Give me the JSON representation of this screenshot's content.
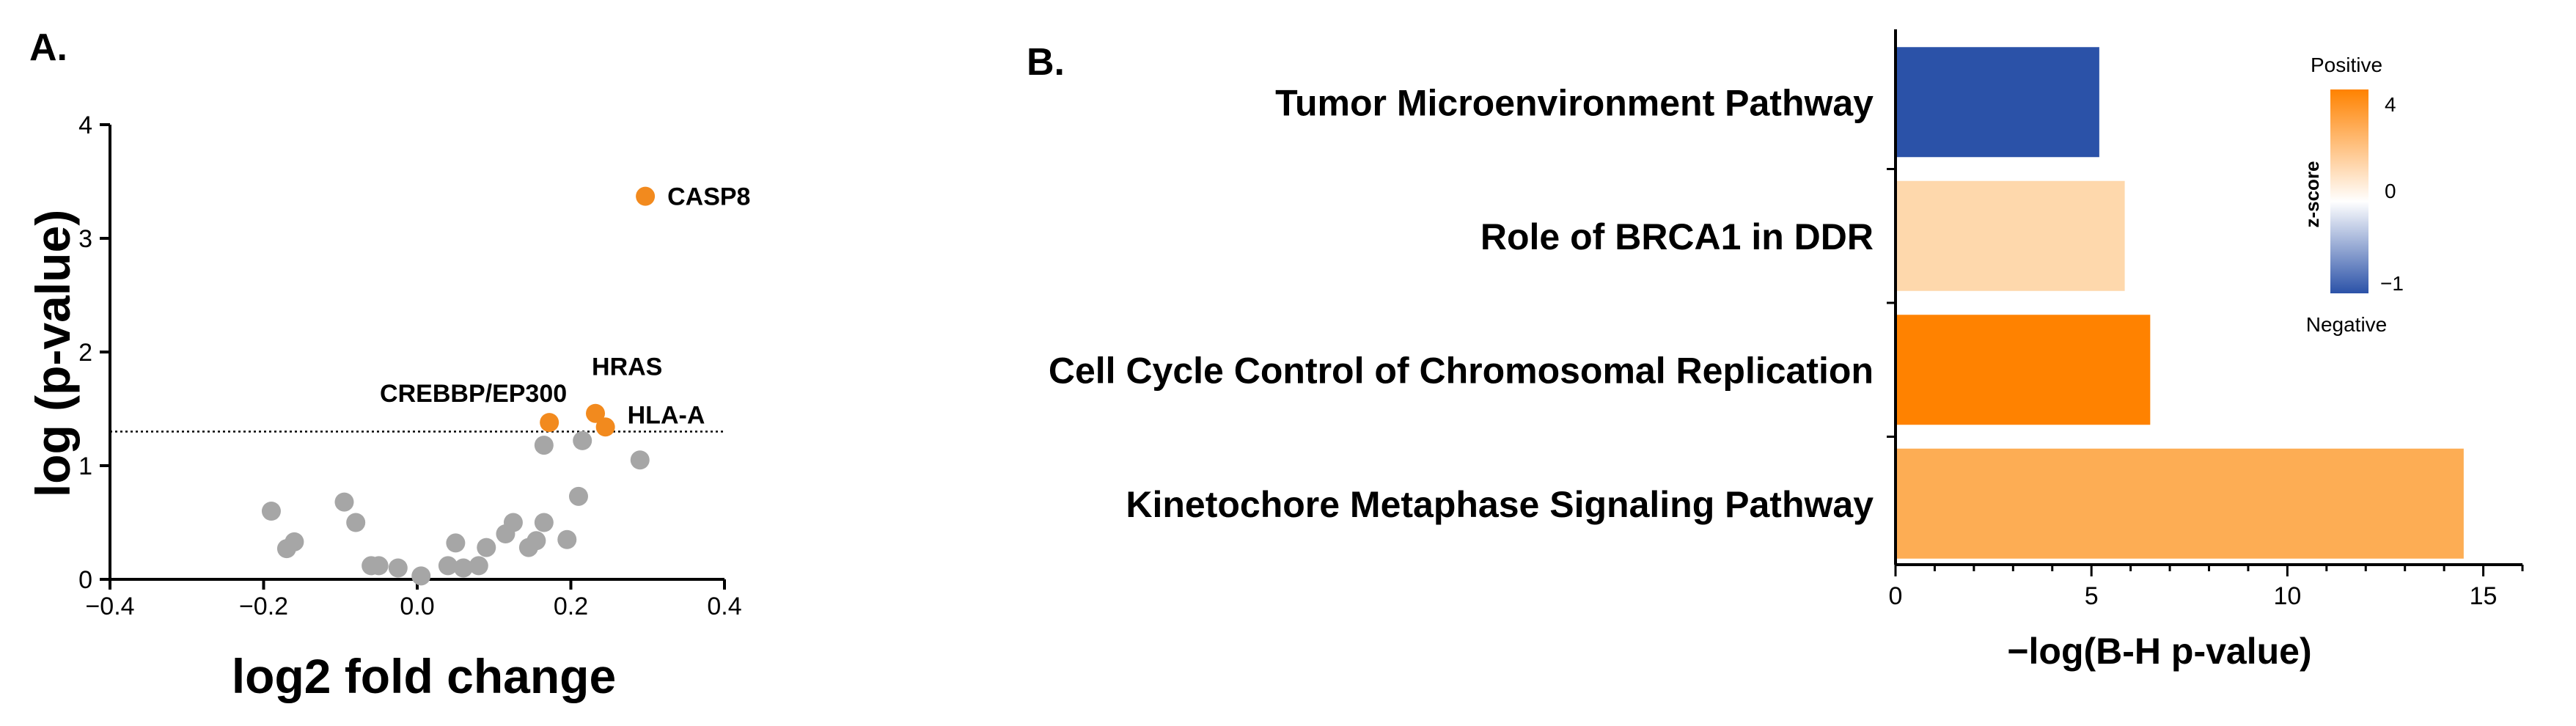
{
  "panel_a_label": "A.",
  "panel_b_label": "B.",
  "chart_data": [
    {
      "type": "scatter",
      "xlabel": "log2 fold change",
      "ylabel": "log (p-value)",
      "xlim": [
        -0.4,
        0.4
      ],
      "ylim": [
        0,
        4
      ],
      "xticks": [
        "-0.4",
        "-0.2",
        "0.0",
        "0.2",
        "0.4"
      ],
      "yticks": [
        "0",
        "1",
        "2",
        "3",
        "4"
      ],
      "threshold_y": 1.3,
      "colors": {
        "significant": "#F28A1E",
        "other": "#A6A6A6"
      },
      "points_other": [
        {
          "x": -0.19,
          "y": 0.6
        },
        {
          "x": -0.17,
          "y": 0.27
        },
        {
          "x": -0.16,
          "y": 0.33
        },
        {
          "x": -0.095,
          "y": 0.68
        },
        {
          "x": -0.08,
          "y": 0.5
        },
        {
          "x": -0.06,
          "y": 0.12
        },
        {
          "x": -0.05,
          "y": 0.12
        },
        {
          "x": -0.025,
          "y": 0.1
        },
        {
          "x": 0.005,
          "y": 0.03
        },
        {
          "x": 0.04,
          "y": 0.12
        },
        {
          "x": 0.05,
          "y": 0.32
        },
        {
          "x": 0.06,
          "y": 0.1
        },
        {
          "x": 0.08,
          "y": 0.12
        },
        {
          "x": 0.09,
          "y": 0.28
        },
        {
          "x": 0.115,
          "y": 0.4
        },
        {
          "x": 0.125,
          "y": 0.5
        },
        {
          "x": 0.145,
          "y": 0.28
        },
        {
          "x": 0.155,
          "y": 0.34
        },
        {
          "x": 0.165,
          "y": 0.5
        },
        {
          "x": 0.165,
          "y": 1.18
        },
        {
          "x": 0.195,
          "y": 0.35
        },
        {
          "x": 0.21,
          "y": 0.73
        },
        {
          "x": 0.215,
          "y": 1.22
        },
        {
          "x": 0.29,
          "y": 1.05
        }
      ],
      "points_labeled": [
        {
          "x": 0.297,
          "y": 3.37,
          "label": "CASP8"
        },
        {
          "x": 0.172,
          "y": 1.38,
          "label": "CREBBP/EP300"
        },
        {
          "x": 0.232,
          "y": 1.46,
          "label": "HRAS"
        },
        {
          "x": 0.245,
          "y": 1.34,
          "label": "HLA-A"
        }
      ]
    },
    {
      "type": "bar",
      "orientation": "horizontal",
      "xlabel": "−log(B-H p-value)",
      "xlim": [
        0,
        16
      ],
      "xticks": [
        "0",
        "5",
        "10",
        "15"
      ],
      "categories": [
        "Tumor Microenvironment Pathway",
        "Role of BRCA1 in DDR",
        "Cell Cycle Control of Chromosomal Replication",
        "Kinetochore Metaphase Signaling Pathway"
      ],
      "values": [
        5.2,
        5.85,
        6.5,
        14.5
      ],
      "bar_colors": [
        "#2B52A8",
        "#FED8AC",
        "#FF8200",
        "#FDAD54"
      ],
      "legend": {
        "title": "z-score",
        "top_label": "Positive",
        "bottom_label": "Negative",
        "ticks": [
          "4",
          "0",
          "−1"
        ],
        "colors": [
          "#FF8200",
          "#FFFFFF",
          "#2B52A8"
        ],
        "placement": "top-right"
      }
    }
  ]
}
